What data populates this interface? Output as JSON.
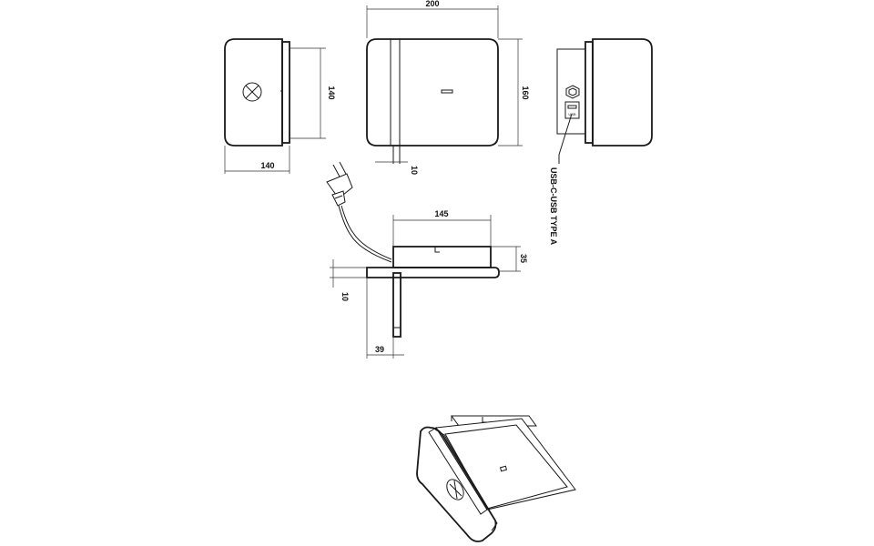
{
  "front_view": {
    "width": "200",
    "height": "160",
    "bracket": "10"
  },
  "left_view": {
    "depth": "140",
    "height": "140"
  },
  "side_view": {
    "connector_label": "USB-C-USB TYPE A",
    "usb_text": "USB"
  },
  "top_view": {
    "width": "145",
    "height": "35",
    "plate": "10",
    "offset": "39"
  }
}
